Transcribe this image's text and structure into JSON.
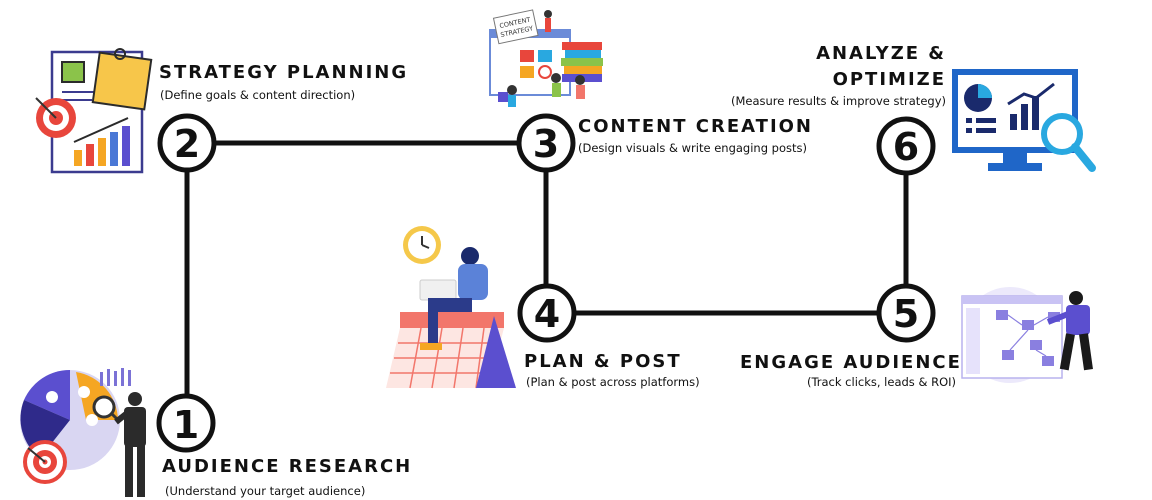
{
  "steps": [
    {
      "number": "1",
      "title": "AUDIENCE RESEARCH",
      "subtitle": "(Understand your target audience)"
    },
    {
      "number": "2",
      "title": "STRATEGY PLANNING",
      "subtitle": "(Define goals & content direction)"
    },
    {
      "number": "3",
      "title": "CONTENT CREATION",
      "subtitle": "(Design visuals & write engaging posts)"
    },
    {
      "number": "4",
      "title": "PLAN & POST",
      "subtitle": "(Plan & post across platforms)"
    },
    {
      "number": "5",
      "title": "ENGAGE AUDIENCE",
      "subtitle": "(Track clicks, leads & ROI)"
    },
    {
      "number": "6",
      "title_line1": "ANALYZE &",
      "title_line2": "OPTIMIZE",
      "subtitle": "(Measure results & improve strategy)"
    }
  ],
  "illustration_texts": {
    "content_strategy_sign_line1": "CONTENT",
    "content_strategy_sign_line2": "STRATEGY"
  },
  "colors": {
    "line": "#111111",
    "purple": "#5b4fcf",
    "orange": "#f5a623",
    "red": "#e8463c",
    "blue": "#1f66c8",
    "salmon": "#f2766b",
    "cyan": "#29a8e0",
    "navy": "#1a2a6c"
  }
}
